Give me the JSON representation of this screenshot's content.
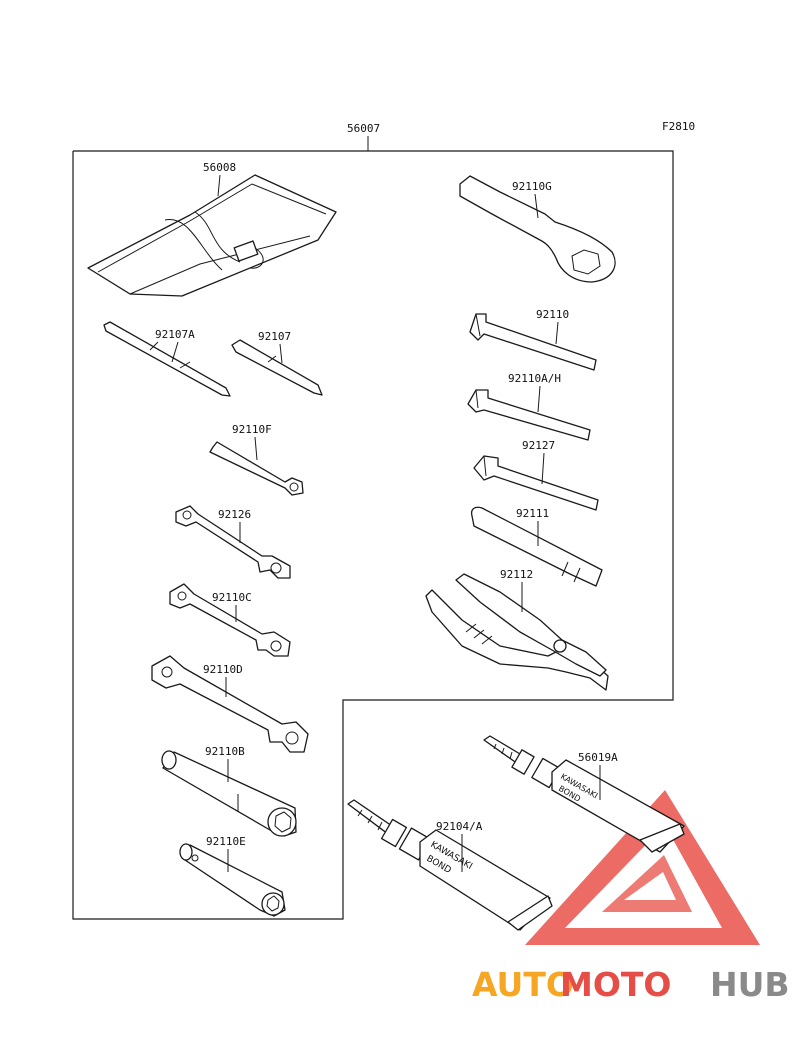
{
  "figure_code": "F2810",
  "parts": {
    "kit": "56007",
    "pouch": "56008",
    "screwdriver_a": "92107A",
    "screwdriver": "92107",
    "wrench_f": "92110F",
    "wrench_126": "92126",
    "wrench_c": "92110C",
    "wrench_d": "92110D",
    "socket_b": "92110B",
    "socket_e": "92110E",
    "box_wrench_g": "92110G",
    "hex_key": "92110",
    "hex_key_ah": "92110A/H",
    "hex_key_127": "92127",
    "handle": "92111",
    "pliers": "92112",
    "bond_small": "56019A",
    "bond_large": "92104/A"
  },
  "tube_text": {
    "brand": "KAWASAKI",
    "product": "BOND"
  },
  "watermark": {
    "word_1": "AUTO",
    "word_2": "MOTO",
    "word_3": "HUB",
    "colors": {
      "orange": "#f6a623",
      "red": "#e64d47",
      "gray": "#8a8a8a",
      "logo": "#e8423b"
    }
  }
}
